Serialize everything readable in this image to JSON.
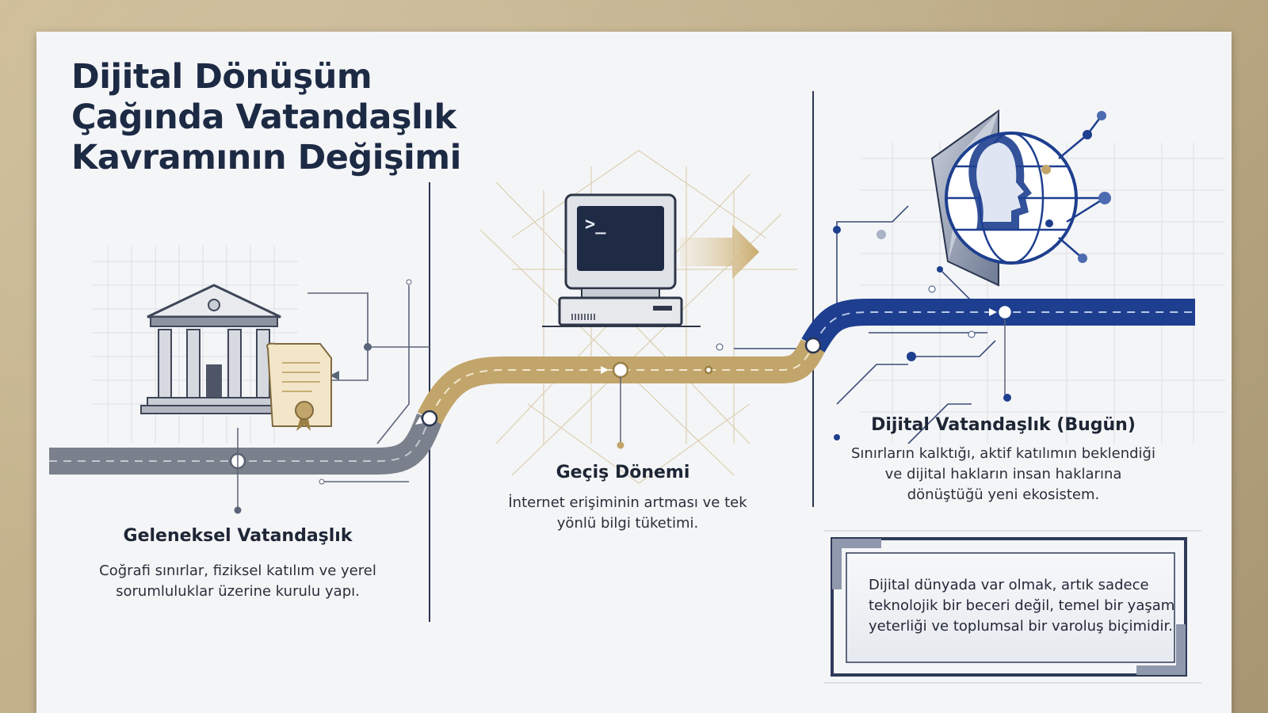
{
  "title": "Dijital Dönüşüm Çağında Vatandaşlık Kavramının Değişimi",
  "stages": [
    {
      "heading": "Geleneksel Vatandaşlık",
      "description": "Coğrafi sınırlar, fiziksel katılım ve yerel sorumluluklar üzerine kurulu yapı.",
      "icon": "government-building-icon",
      "color": "#7b818c"
    },
    {
      "heading": "Geçiş Dönemi",
      "description": "İnternet erişiminin artması ve tek yönlü bilgi tüketimi.",
      "icon": "computer-terminal-icon",
      "color": "#c2a56a"
    },
    {
      "heading": "Dijital Vatandaşlık (Bugün)",
      "description": "Sınırların kalktığı, aktif katılımın beklendiği ve dijital hakların insan haklarına dönüştüğü yeni ekosistem.",
      "icon": "digital-globe-head-icon",
      "color": "#1e3f8f"
    }
  ],
  "quote": "Dijital dünyada var olmak, artık sadece teknolojik bir beceri değil, temel bir yaşam yeterliği ve toplumsal bir varoluş biçimidir.",
  "colors": {
    "navy": "#1e3f8f",
    "gold": "#c2a56a",
    "gray": "#7b818c",
    "ink": "#1d2a44"
  }
}
